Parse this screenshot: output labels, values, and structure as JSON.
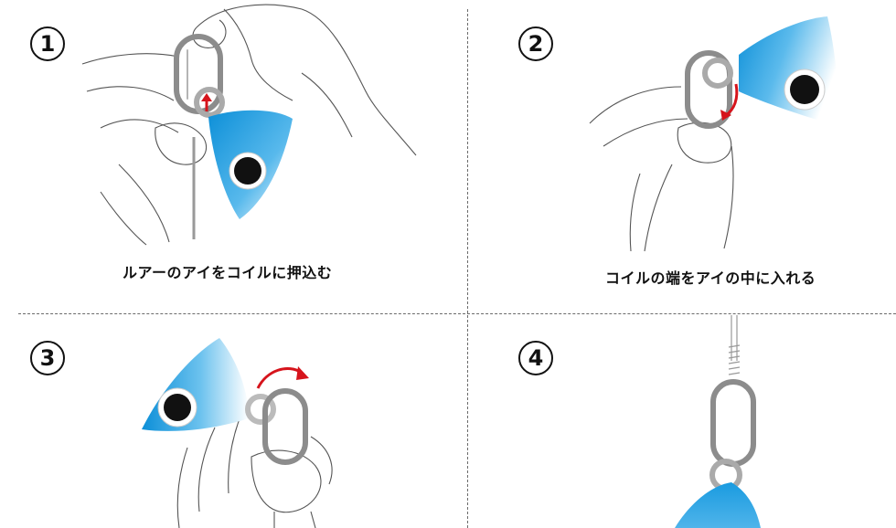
{
  "steps": [
    {
      "number": "1",
      "caption": "ルアーのアイをコイルに押込む"
    },
    {
      "number": "2",
      "caption": "コイルの端をアイの中に入れる"
    },
    {
      "number": "3",
      "caption": ""
    },
    {
      "number": "4",
      "caption": ""
    }
  ],
  "colors": {
    "lure_blue": "#1a9be0",
    "arrow_red": "#d6141c",
    "line_gray": "#555555",
    "coil_gray": "#8c8c8c"
  }
}
